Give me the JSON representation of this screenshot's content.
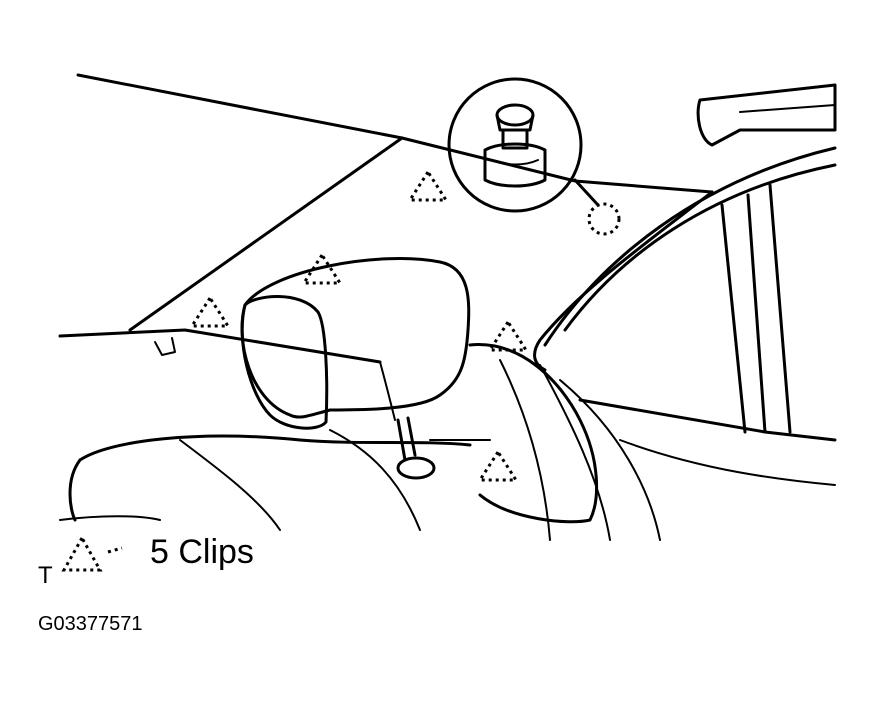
{
  "diagram": {
    "legend": {
      "symbol_icon": "dashed-triangle-clip-icon",
      "label": "5 Clips",
      "prefix": "T"
    },
    "figure_id": "G03377571",
    "detail_callout_icon": "push-clip-icon",
    "clip_count": 5,
    "colors": {
      "ink": "#000000",
      "paper": "#ffffff"
    }
  }
}
